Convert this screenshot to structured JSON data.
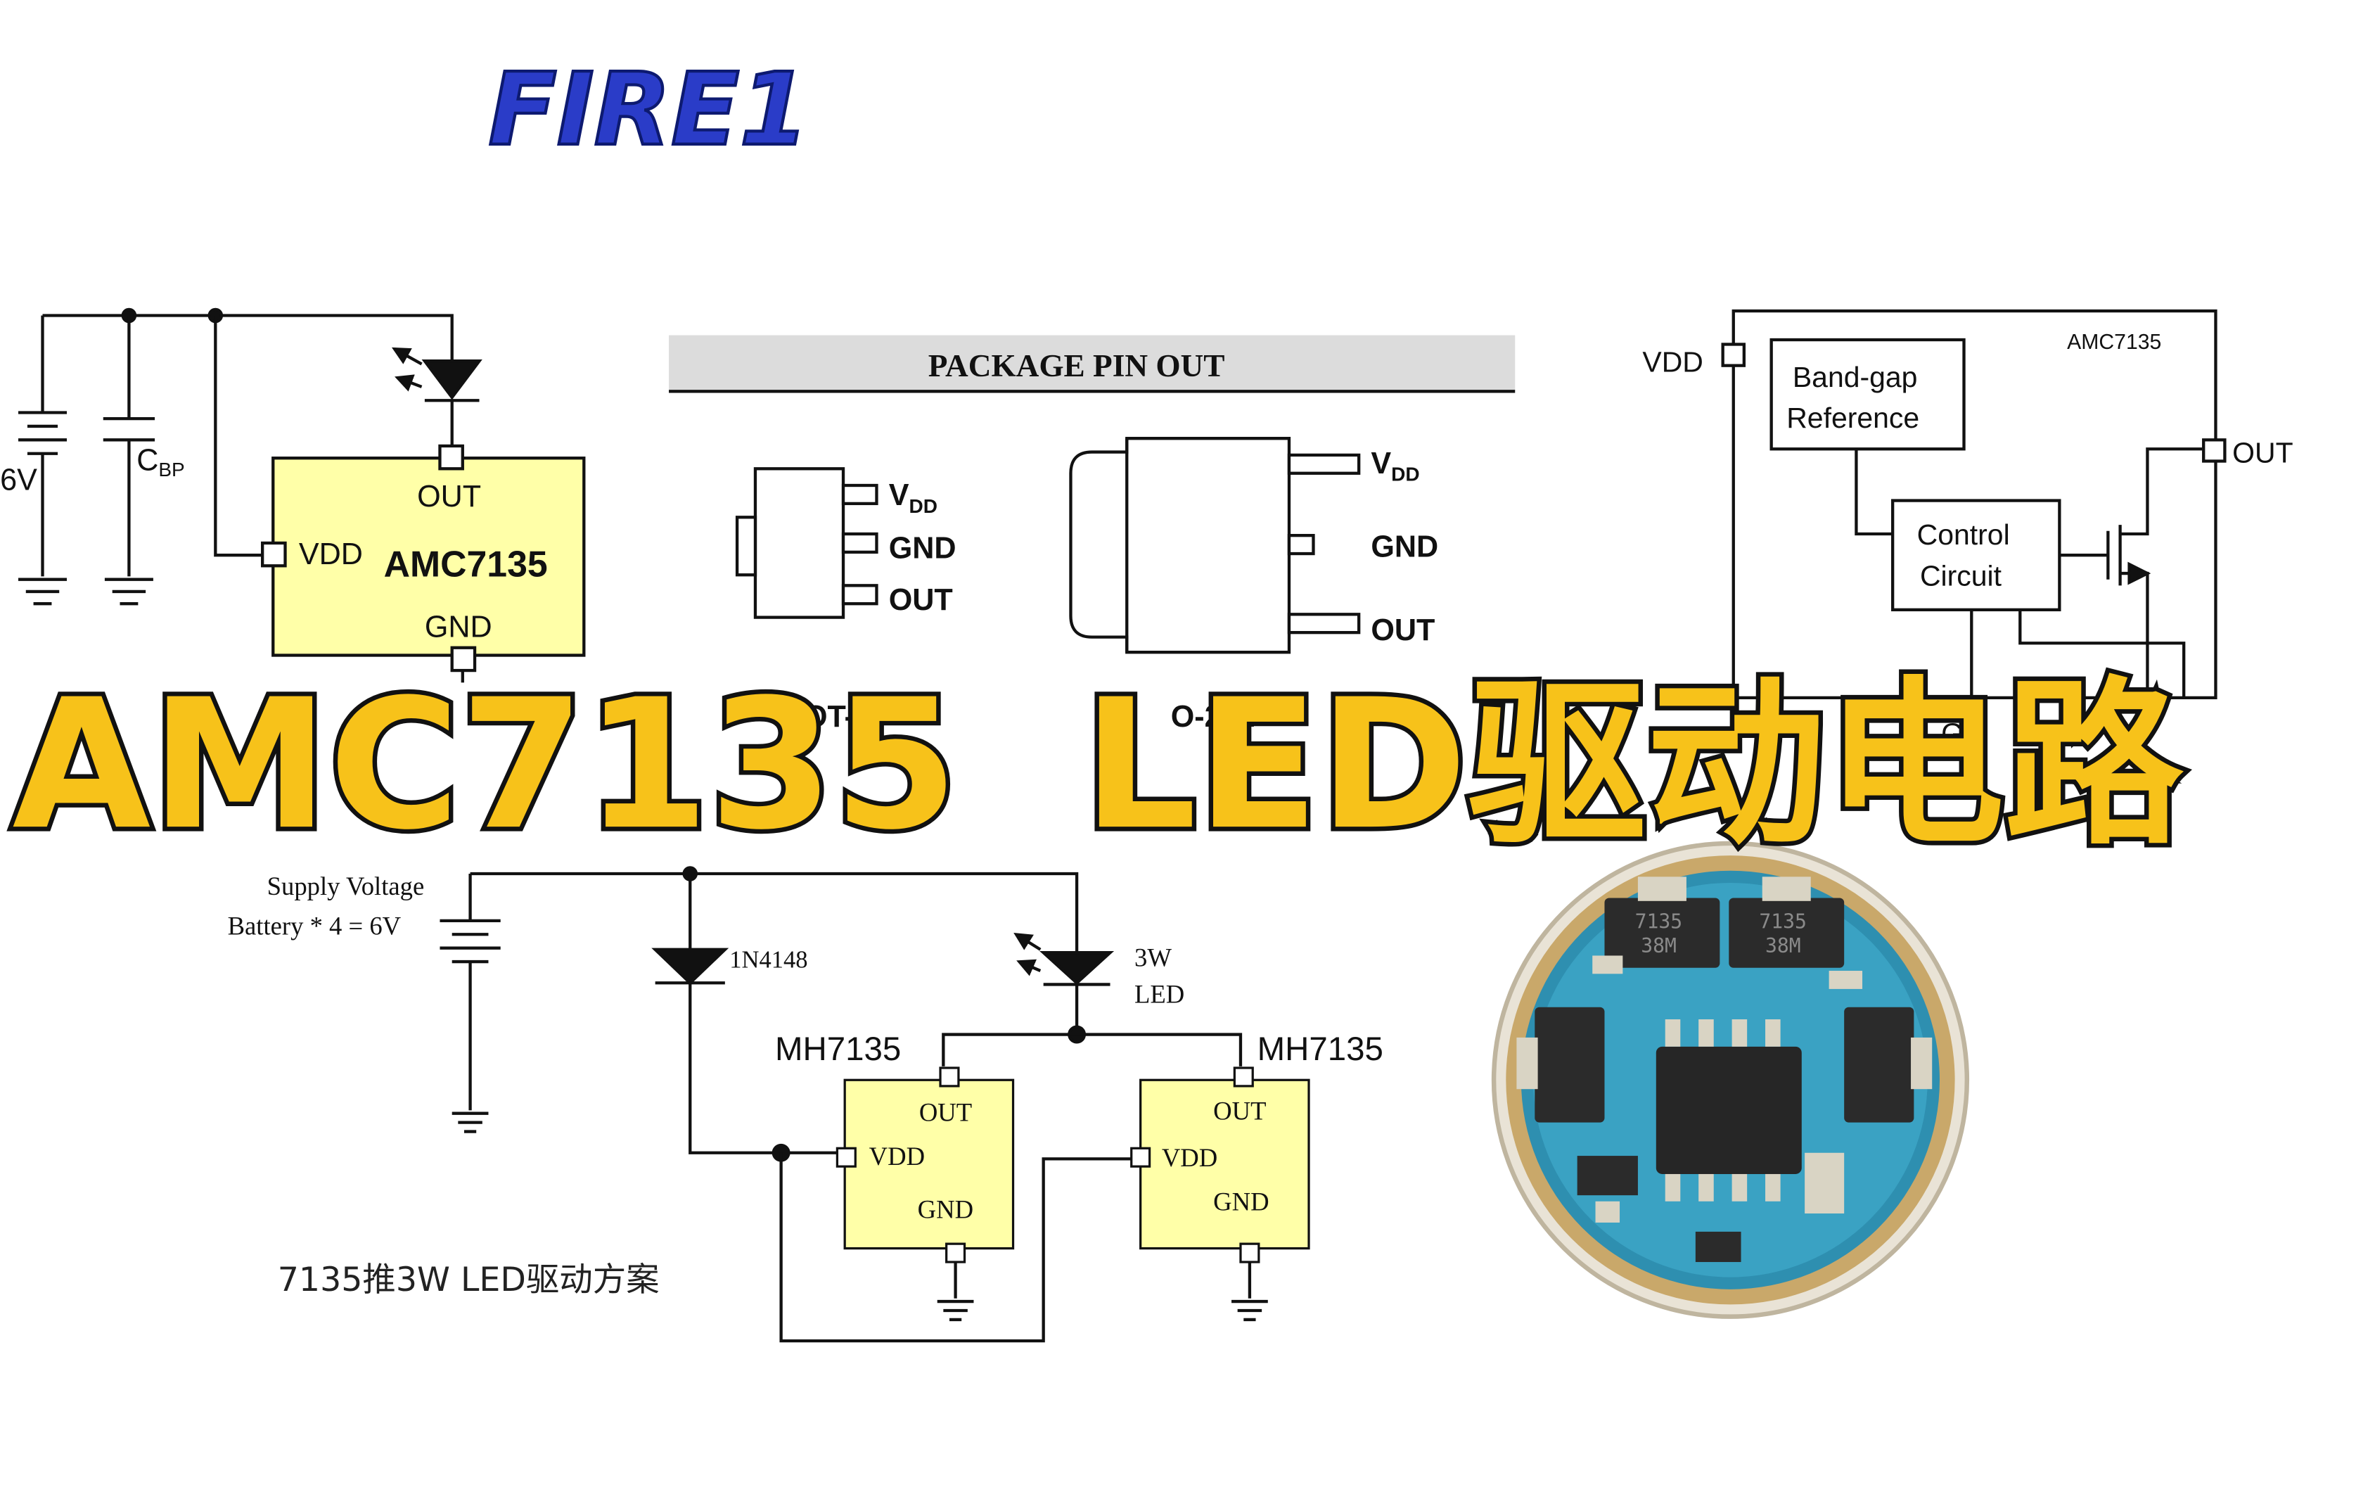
{
  "brand": {
    "text": "FIRE1",
    "color": "#2a3cc8"
  },
  "banner": {
    "title": "AMC7135  LED驱动电路",
    "fill": "#f7c21a",
    "stroke": "#111111"
  },
  "colors": {
    "chip_fill": "#ffffa8",
    "wire": "#111111",
    "header_bg": "#dcdcdc",
    "board_blue": "#2e8fb0"
  },
  "circuit1": {
    "battery_label": "6V",
    "capacitor_label": "C",
    "capacitor_sub": "BP",
    "chip": {
      "name": "AMC7135",
      "pin_out": "OUT",
      "pin_vdd": "VDD",
      "pin_gnd": "GND"
    }
  },
  "package": {
    "header": "PACKAGE  PIN  OUT",
    "sot89": {
      "pins": [
        "V",
        "GND",
        "OUT"
      ],
      "vdd_sub": "DD",
      "name": "OT-89"
    },
    "to252": {
      "pins": [
        "V",
        "GND",
        "OUT"
      ],
      "vdd_sub": "DD",
      "name": "O-252"
    }
  },
  "block": {
    "chip_name": "AMC7135",
    "pin_vdd": "VDD",
    "pin_out": "OUT",
    "pin_gnd": "GN",
    "bandgap_line1": "Band-gap",
    "bandgap_line2": "Reference",
    "control_line1": "Control",
    "control_line2": "Circuit"
  },
  "circuit2": {
    "supply_line1": "Supply Voltage",
    "supply_line2": "Battery * 4 = 6V",
    "diode_label": "1N4148",
    "led_line1": "3W",
    "led_line2": "LED",
    "chip_left_name": "MH7135",
    "chip_right_name": "MH7135",
    "pin_out": "OUT",
    "pin_vdd": "VDD",
    "pin_gnd": "GND",
    "caption": "7135推3W LED驱动方案"
  },
  "board": {
    "chip_marks": [
      "7135",
      "38M",
      "7135",
      "38M"
    ]
  }
}
